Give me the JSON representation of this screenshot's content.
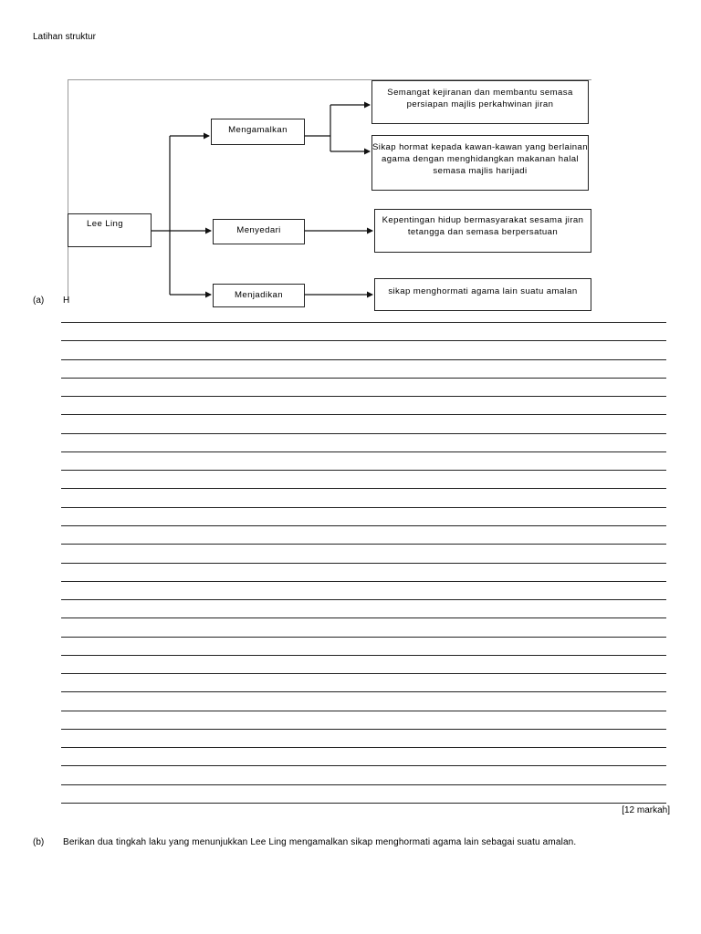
{
  "page": {
    "heading": "Latihan struktur"
  },
  "diagram": {
    "root": "Lee Ling",
    "branches": [
      {
        "label": "Mengamalkan",
        "outcomes": [
          "Semangat kejiranan dan membantu semasa persiapan majlis perkahwinan jiran",
          "Sikap hormat kepada kawan-kawan yang berlainan agama dengan menghidangkan makanan halal semasa majlis harijadi"
        ]
      },
      {
        "label": "Menyedari",
        "outcomes": [
          "Kepentingan hidup bermasyarakat sesama jiran tetangga dan semasa berpersatuan"
        ]
      },
      {
        "label": "Menjadikan",
        "outcomes": [
          "sikap menghormati agama lain suatu amalan"
        ]
      }
    ]
  },
  "question_a": {
    "label": "(a)",
    "text": "H"
  },
  "answer_lines": 27,
  "marks": "[12 markah]",
  "question_b": {
    "label": "(b)",
    "text": "Berikan dua tingkah laku yang menunjukkan Lee Ling mengamalkan sikap menghormati agama lain sebagai suatu amalan."
  }
}
